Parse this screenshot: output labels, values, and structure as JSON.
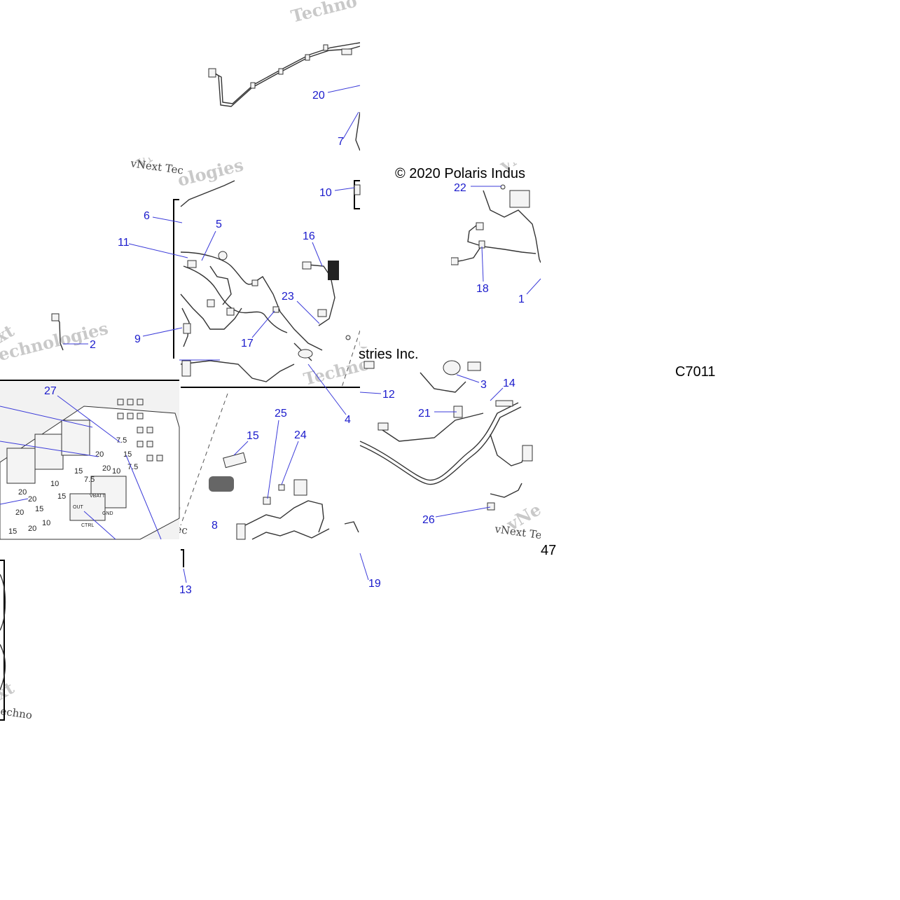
{
  "copyright": "© 2020 Polaris Indus",
  "copyright_fragment": "stries Inc.",
  "diagram_code": "C7011",
  "page_number": "47",
  "fuse_labels": [
    "20",
    "10",
    "15",
    "20",
    "10",
    "15",
    "20",
    "15",
    "20",
    "10",
    "15",
    "7.5",
    "20",
    "15",
    "7.5",
    "20",
    "7.5"
  ],
  "fuse_block_text": [
    "OUT",
    "VBATT",
    "CTRL",
    "GND"
  ],
  "callouts": [
    "1",
    "2",
    "3",
    "4",
    "5",
    "6",
    "7",
    "8",
    "9",
    "10",
    "11",
    "12",
    "13",
    "14",
    "15",
    "16",
    "17",
    "18",
    "19",
    "20",
    "21",
    "22",
    "23",
    "24",
    "25",
    "26",
    "27"
  ]
}
